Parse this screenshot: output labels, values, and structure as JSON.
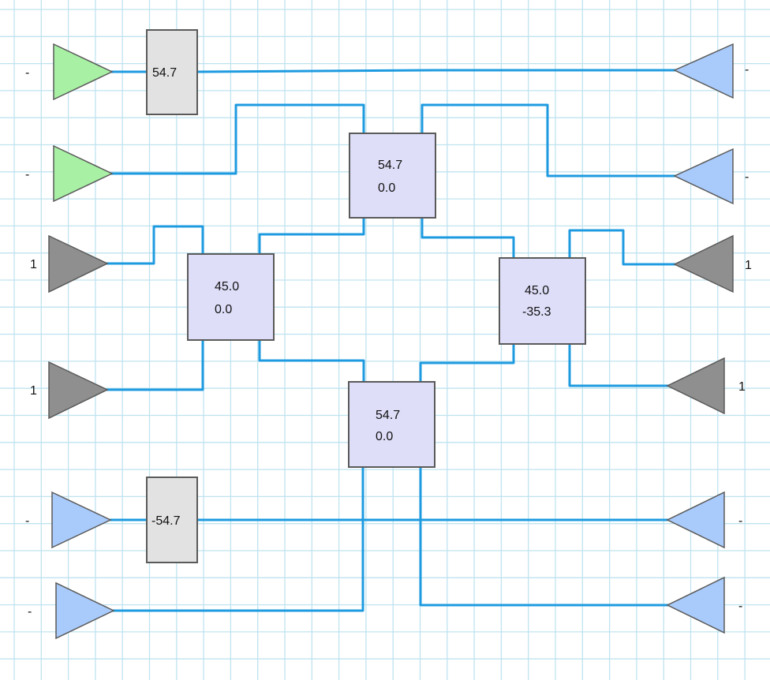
{
  "colors": {
    "grid": "#bfe3ef",
    "wire": "#1e9be0",
    "triangle_green": "#a8f0a4",
    "triangle_blue": "#a9cbfb",
    "triangle_gray": "#8f8f8f",
    "block_fill": "#dedef9",
    "phase_fill": "#e2e2e2",
    "outline": "#5a5a5a"
  },
  "input_labels": [
    "-",
    "-",
    "1",
    "1",
    "-",
    "-"
  ],
  "output_labels": [
    "-",
    "-",
    "1",
    "1",
    "-",
    "-"
  ],
  "phase_shifters": [
    {
      "value": "54.7"
    },
    {
      "value": "-54.7"
    }
  ],
  "blocks": [
    {
      "line1": "54.7",
      "line2": "0.0"
    },
    {
      "line1": "45.0",
      "line2": "0.0"
    },
    {
      "line1": "45.0",
      "line2": "-35.3"
    },
    {
      "line1": "54.7",
      "line2": "0.0"
    }
  ]
}
